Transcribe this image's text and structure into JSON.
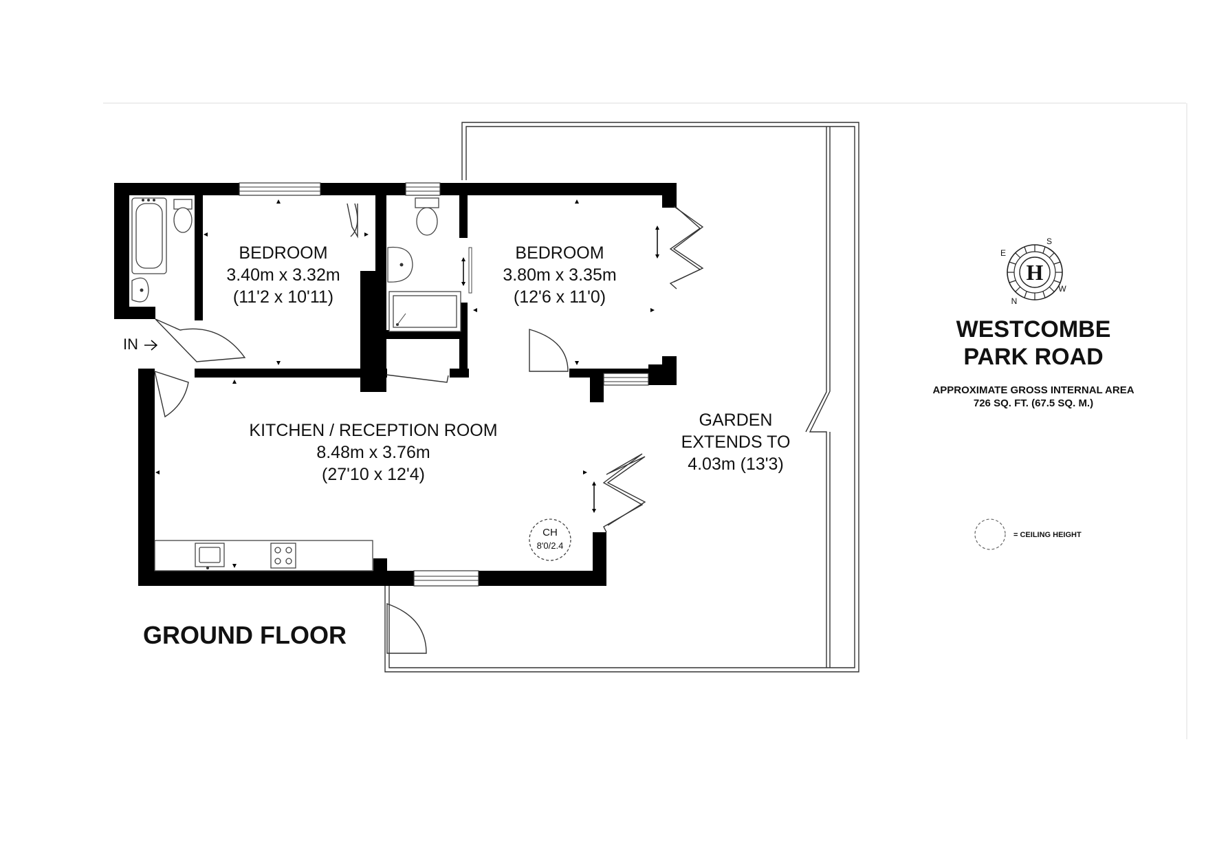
{
  "property": {
    "title_line1": "WESTCOMBE",
    "title_line2": "PARK ROAD",
    "area_line1": "APPROXIMATE GROSS INTERNAL AREA",
    "area_line2": "726 SQ. FT. (67.5 SQ. M.)"
  },
  "floor_label": "GROUND FLOOR",
  "entrance_label": "IN",
  "rooms": [
    {
      "name": "BEDROOM",
      "metric": "3.40m x 3.32m",
      "imperial": "(11'2 x 10'11)"
    },
    {
      "name": "BEDROOM",
      "metric": "3.80m x 3.35m",
      "imperial": "(12'6 x 11'0)"
    },
    {
      "name": "KITCHEN / RECEPTION ROOM",
      "metric": "8.48m x 3.76m",
      "imperial": "(27'10 x 12'4)"
    }
  ],
  "garden": {
    "line1": "GARDEN",
    "line2": "EXTENDS TO",
    "line3": "4.03m (13'3)"
  },
  "ceiling_marker": {
    "label": "CH",
    "value": "8'0/2.4"
  },
  "legend": {
    "text": "= CEILING HEIGHT"
  },
  "compass": {
    "north": "N",
    "south": "S",
    "east": "E",
    "west": "W",
    "emblem": "H",
    "icon": "compass-rose-icon"
  }
}
